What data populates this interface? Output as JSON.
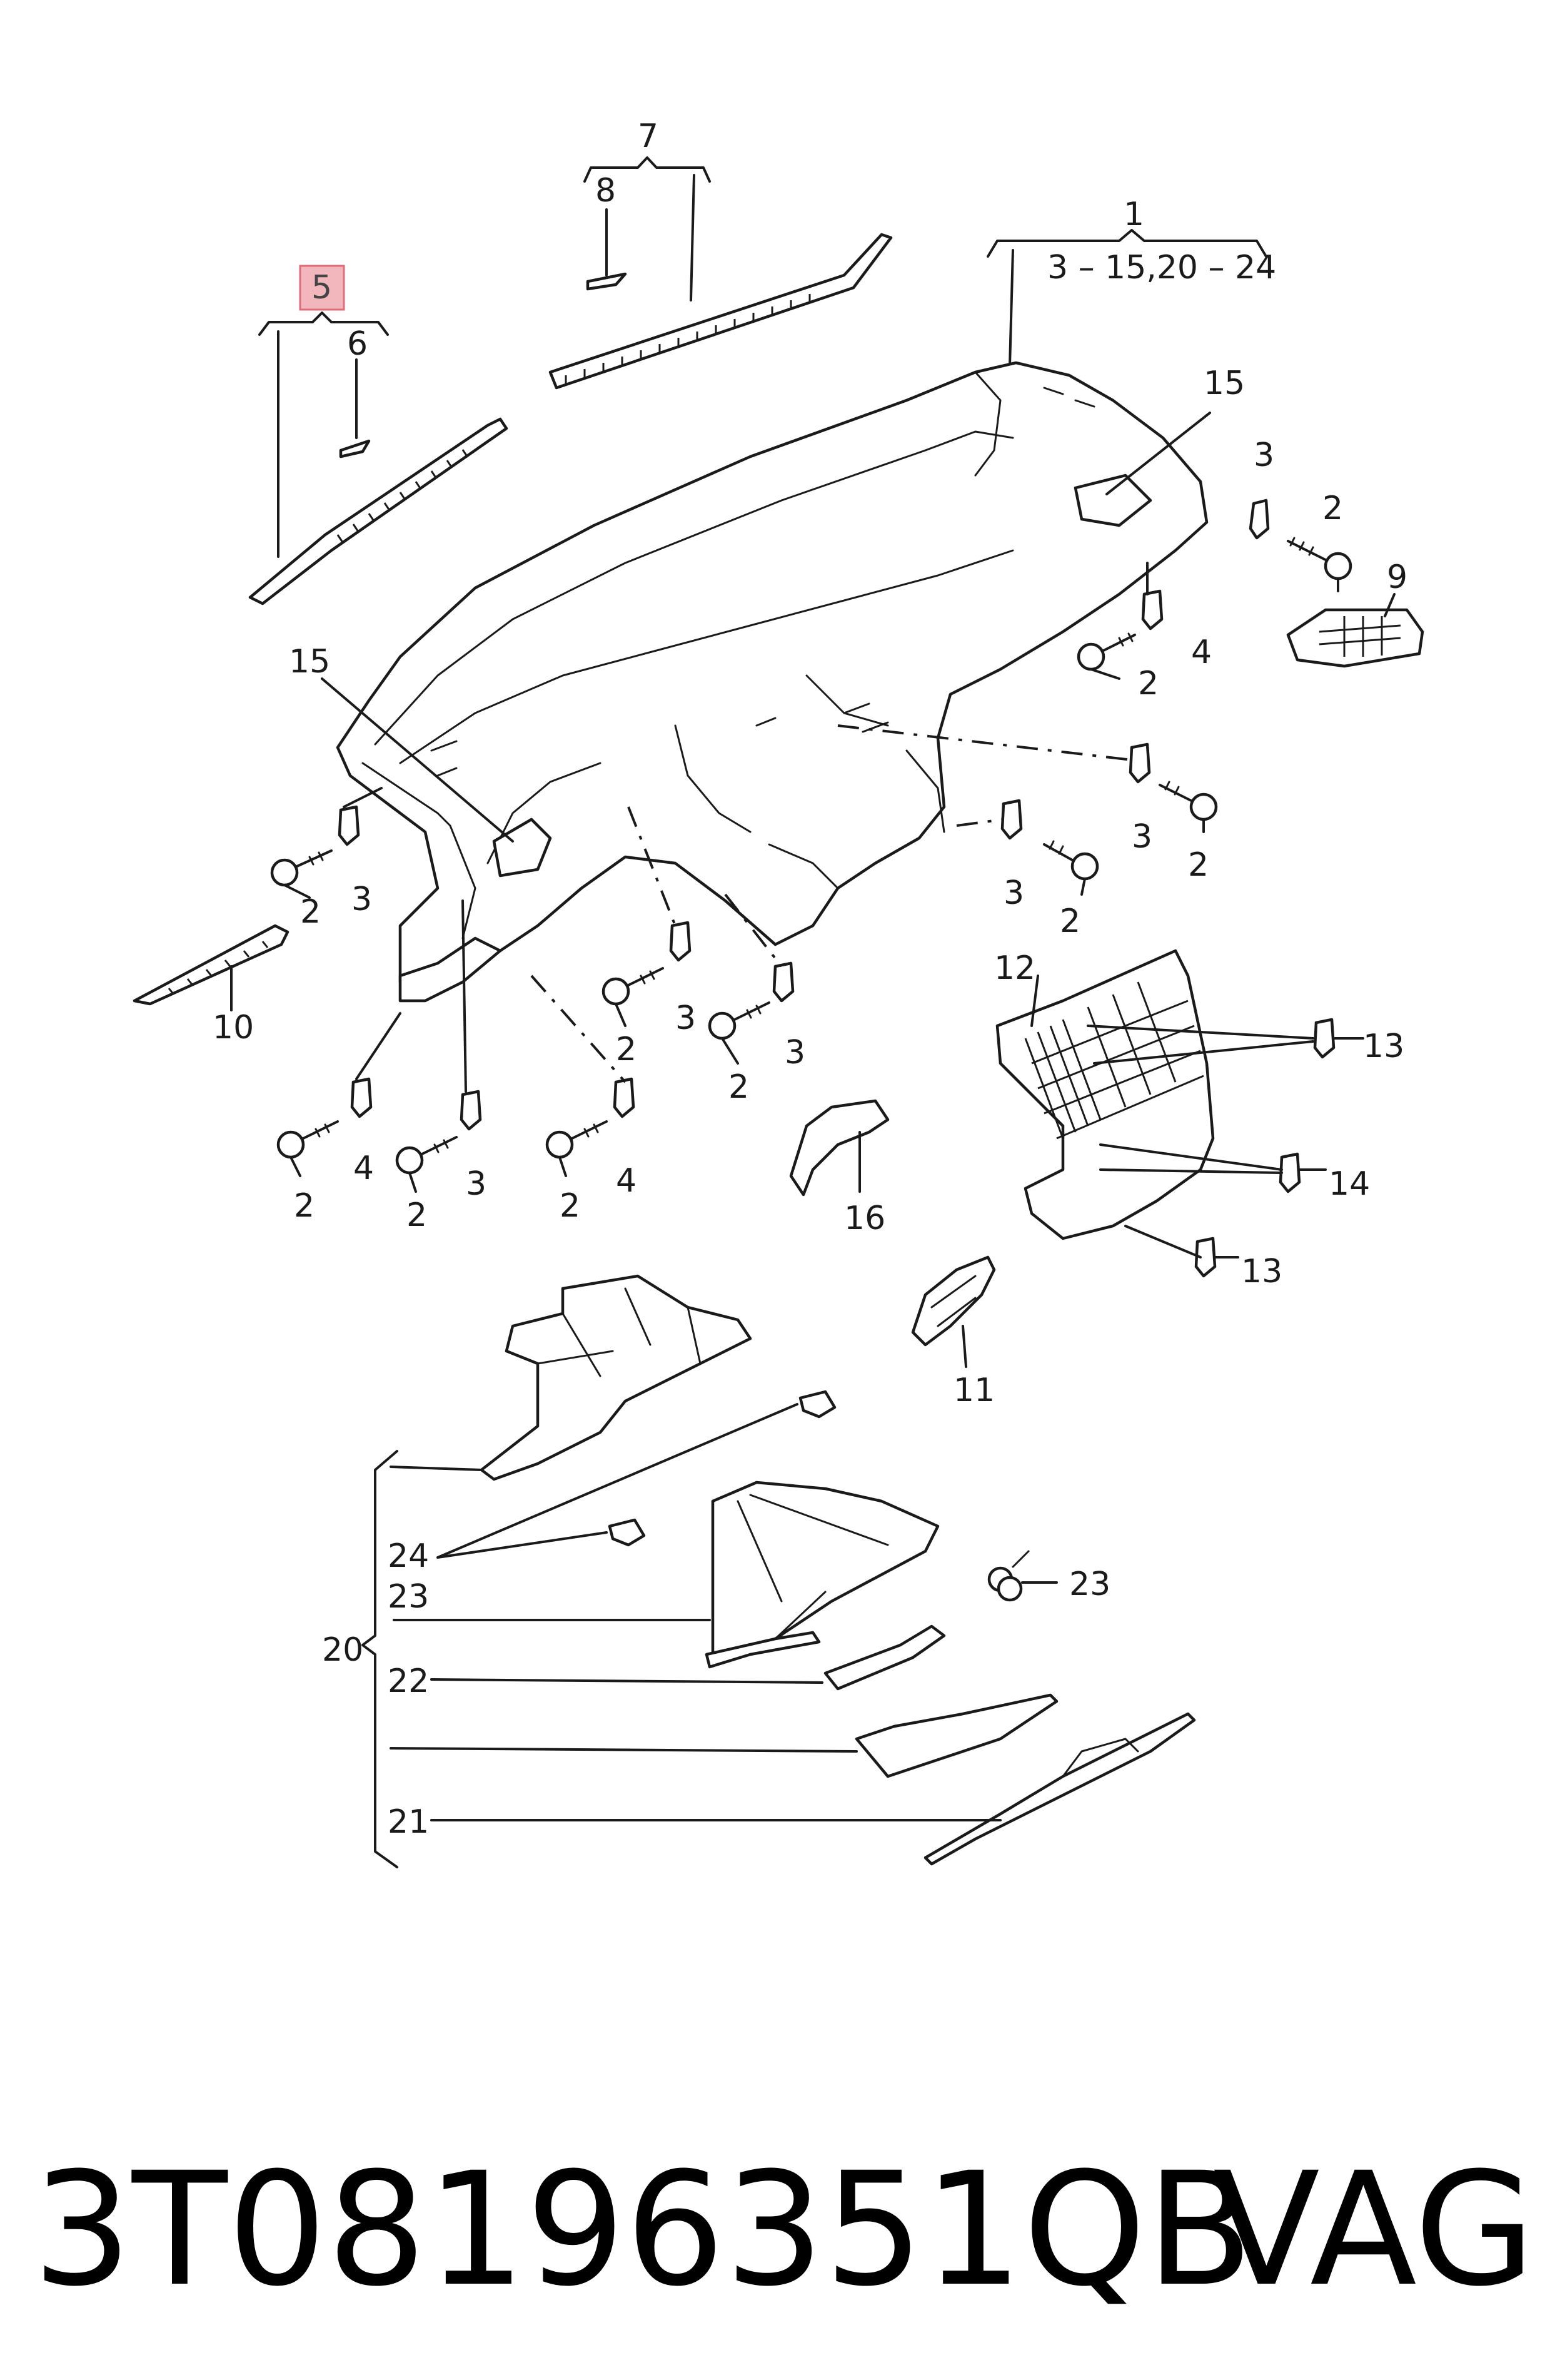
{
  "callouts": {
    "c1": "1",
    "c1_range": "3 – 15,20 – 24",
    "c2": "2",
    "c3": "3",
    "c4": "4",
    "c5": "5",
    "c6": "6",
    "c7": "7",
    "c8": "8",
    "c9": "9",
    "c10": "10",
    "c11": "11",
    "c12": "12",
    "c13": "13",
    "c14": "14",
    "c15": "15",
    "c16": "16",
    "c20": "20",
    "c21": "21",
    "c22": "22",
    "c23": "23",
    "c24": "24"
  },
  "highlight": {
    "color": "#f2b7bd",
    "border": "#e06a78"
  },
  "footer": {
    "part_number": "3T08196351QB",
    "brand": "VAG"
  }
}
